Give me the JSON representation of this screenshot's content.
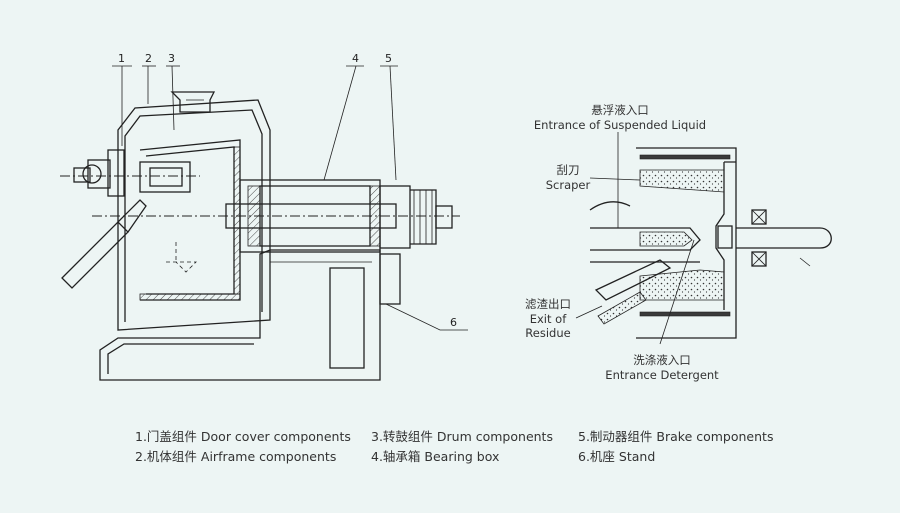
{
  "part_numbers": [
    "1",
    "2",
    "3",
    "4",
    "5",
    "6"
  ],
  "annotations": {
    "suspended_liquid_cn": "悬浮液入口",
    "suspended_liquid_en": "Entrance of Suspended Liquid",
    "scraper_cn": "刮刀",
    "scraper_en": "Scraper",
    "residue_cn": "滤渣出口",
    "residue_en_1": "Exit of",
    "residue_en_2": "Residue",
    "detergent_cn": "洗涤液入口",
    "detergent_en": "Entrance Detergent"
  },
  "legend": [
    "1.门盖组件 Door cover components",
    "2.机体组件 Airframe components",
    "3.转鼓组件 Drum components",
    "4.轴承箱 Bearing box",
    "5.制动器组件 Brake components",
    "6.机座 Stand"
  ],
  "colors": {
    "background": "#edf5f4",
    "ink": "#222222"
  }
}
